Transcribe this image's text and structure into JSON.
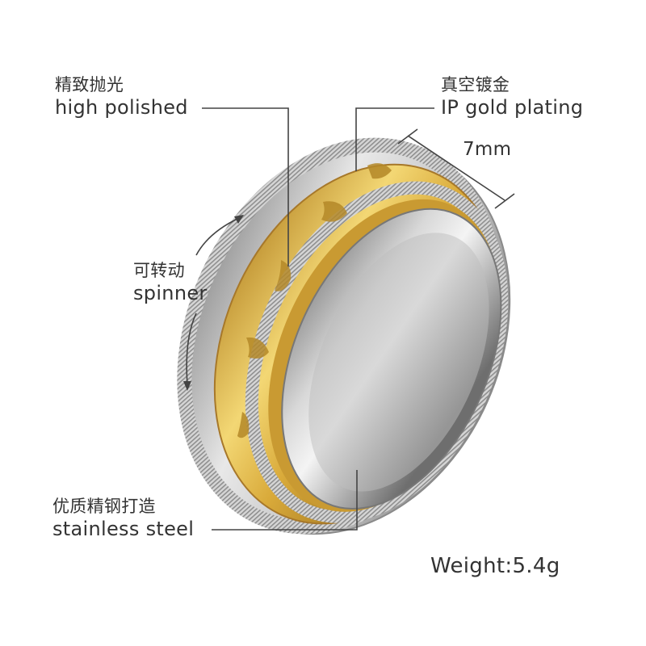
{
  "callouts": {
    "polished": {
      "zh": "精致抛光",
      "en": "high polished"
    },
    "ip_gold": {
      "zh": "真空镀金",
      "en": "IP gold plating"
    },
    "spinner": {
      "zh": "可转动",
      "en": "spinner"
    },
    "steel": {
      "zh": "优质精钢打造",
      "en": "stainless steel"
    }
  },
  "dimension": {
    "width": "7mm"
  },
  "specs": {
    "weight": "Weight:5.4g"
  },
  "colors": {
    "gold": "#d9aa3a",
    "gold_light": "#f3d774",
    "steel": "#c7c7c7",
    "steel_dark": "#8d8d8d",
    "line": "#444444",
    "text": "#333333"
  }
}
